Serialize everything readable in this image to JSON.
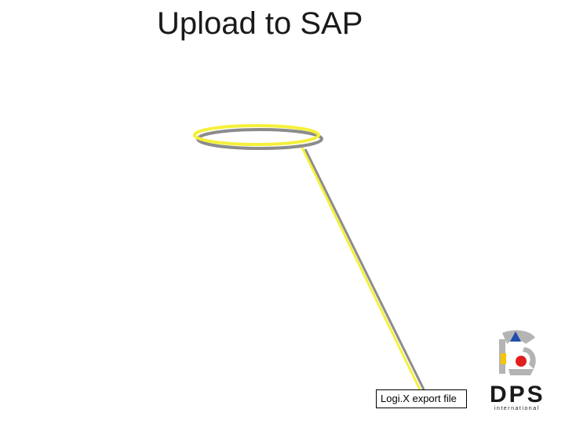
{
  "slide": {
    "title": "Upload to SAP"
  },
  "callout": {
    "label": "Logi.X export file",
    "highlight_color": "#f5f03a",
    "shadow_color": "#8c8c8c"
  },
  "logo": {
    "brand": "DPS",
    "subtitle": "international",
    "colors": {
      "gray": "#b4b4b4",
      "blue": "#1f4fa8",
      "red": "#e21e1e",
      "yellow": "#f5c400",
      "text": "#1a1a1a"
    }
  }
}
